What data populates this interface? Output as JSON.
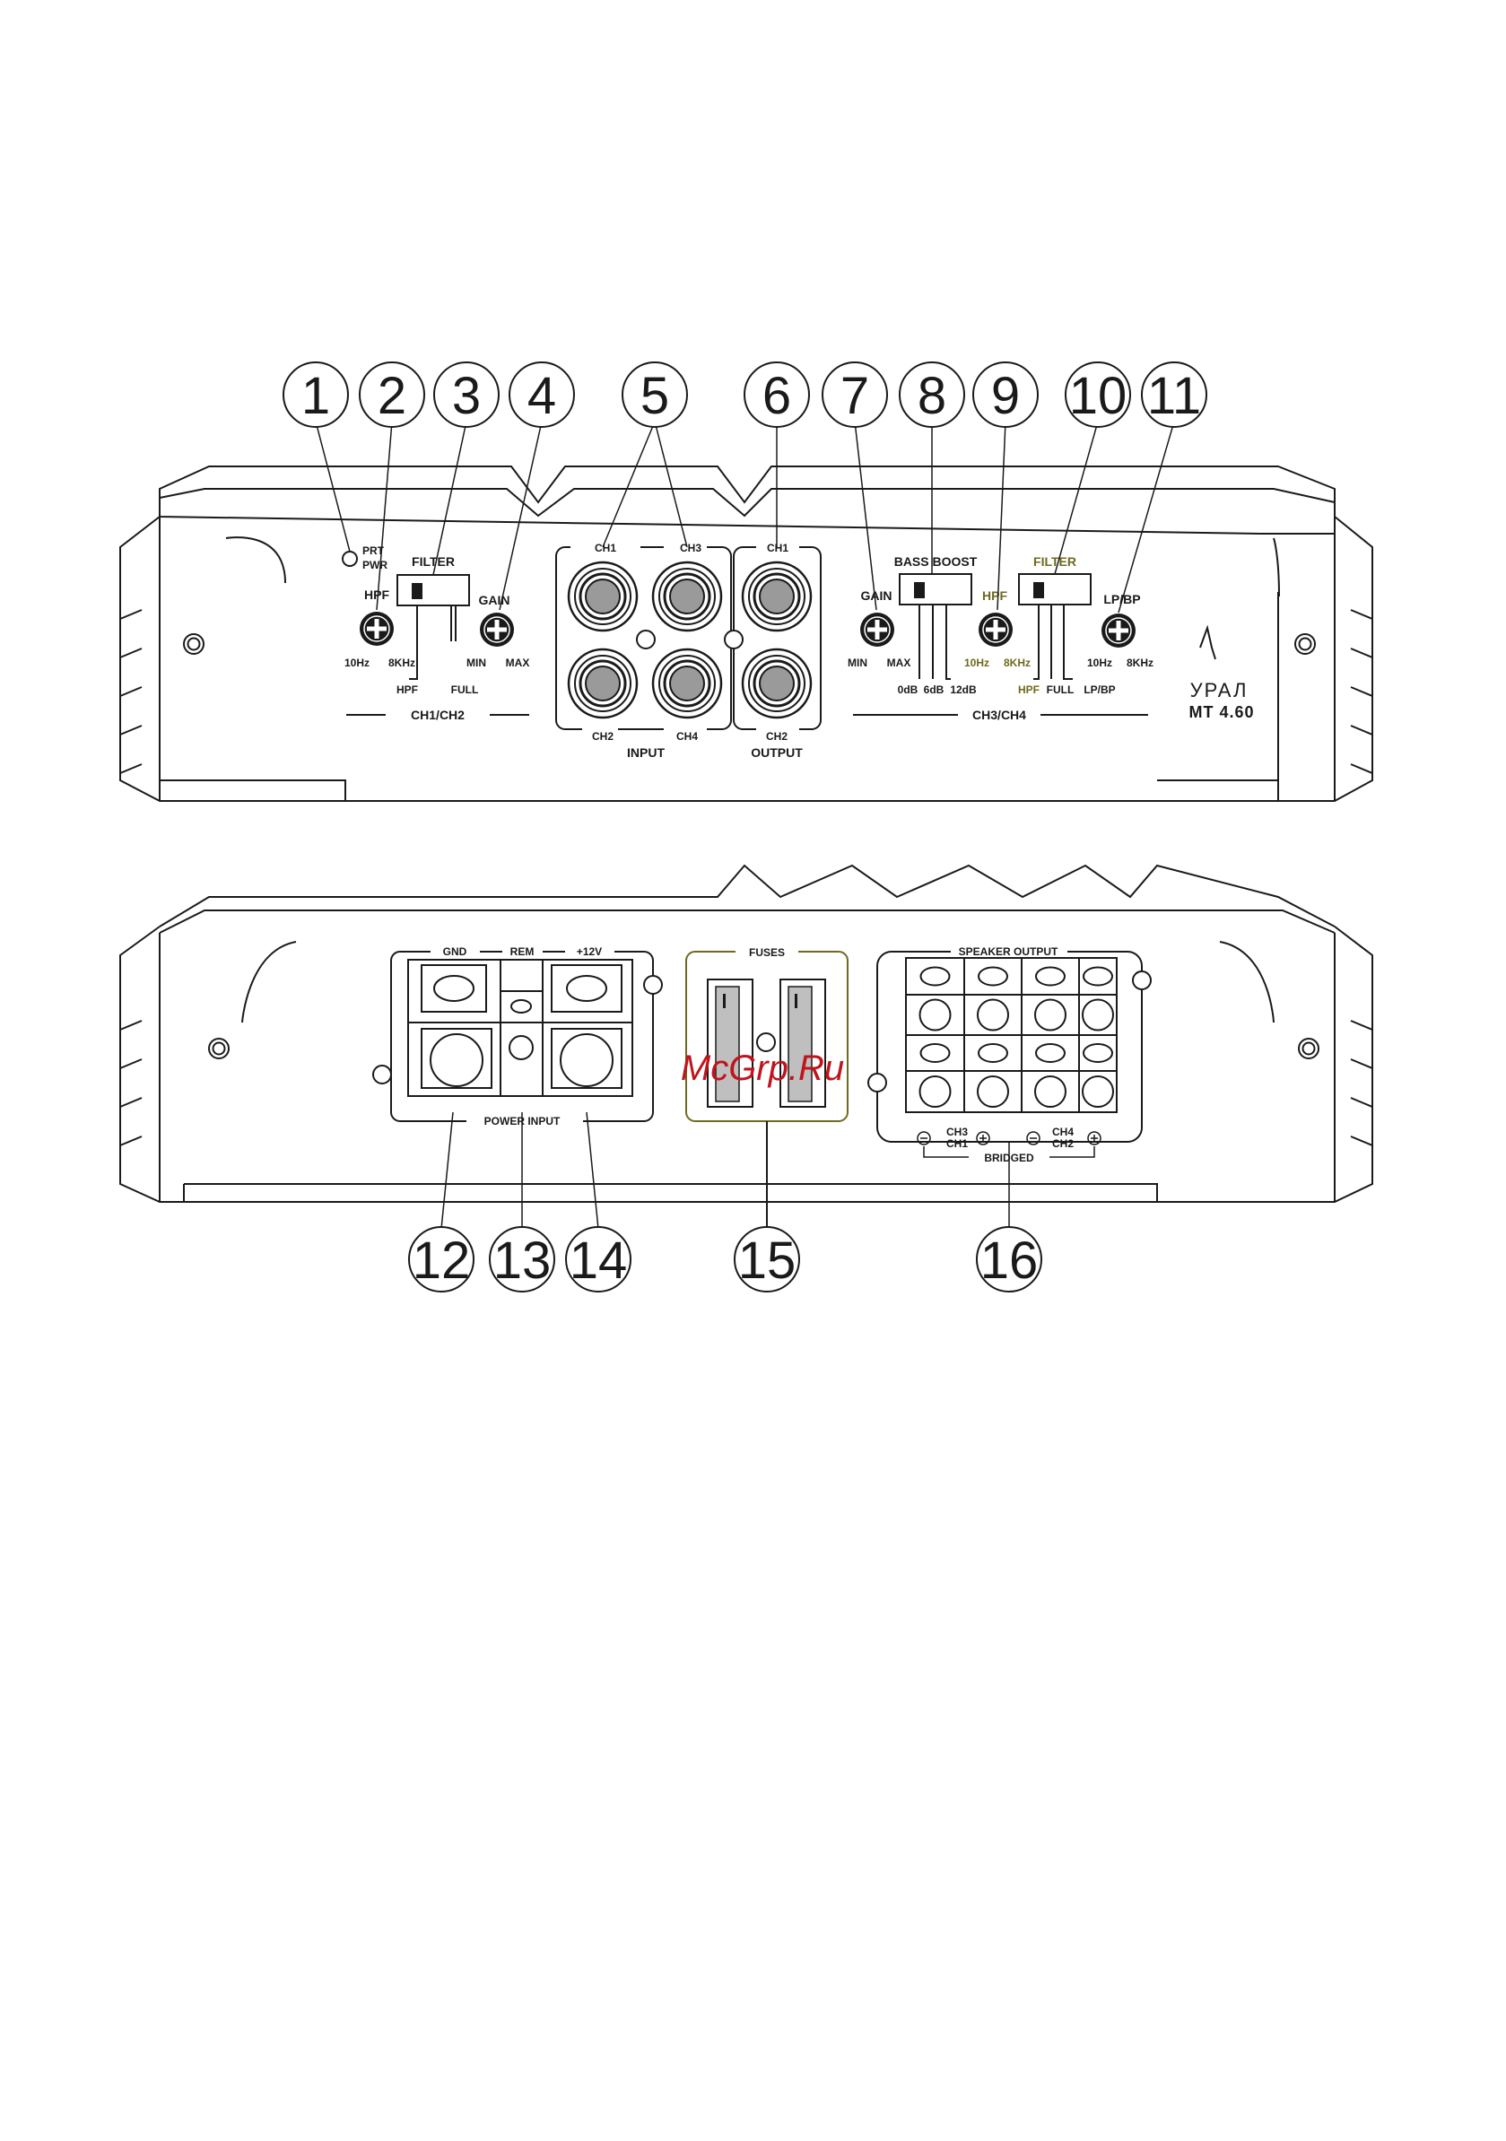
{
  "callouts": [
    "1",
    "2",
    "3",
    "4",
    "5",
    "6",
    "7",
    "8",
    "9",
    "10",
    "11",
    "12",
    "13",
    "14",
    "15",
    "16"
  ],
  "front_panel": {
    "prt_pwr": [
      "PRT",
      "PWR"
    ],
    "ch12": {
      "hpf": "HPF",
      "filter": "FILTER",
      "gain": "GAIN",
      "hz10": "10Hz",
      "khz8": "8KHz",
      "hpf_pos": "HPF",
      "full_pos": "FULL",
      "min": "MIN",
      "max": "MAX",
      "section": "CH1/CH2"
    },
    "input": {
      "ch1": "CH1",
      "ch3": "CH3",
      "ch2": "CH2",
      "ch4": "CH4",
      "label": "INPUT"
    },
    "output": {
      "ch1": "CH1",
      "ch2": "CH2",
      "label": "OUTPUT"
    },
    "ch34": {
      "gain": "GAIN",
      "bass_boost": "BASS BOOST",
      "hpf": "HPF",
      "filter": "FILTER",
      "lp_bp": "LP/BP",
      "min": "MIN",
      "max": "MAX",
      "db0": "0dB",
      "db6": "6dB",
      "db12": "12dB",
      "hz10": "10Hz",
      "khz8": "8KHz",
      "hz10b": "10Hz",
      "khz8b": "8KHz",
      "hpf_pos": "HPF",
      "full_pos": "FULL",
      "lpbp_pos": "LP/BP",
      "section": "CH3/CH4"
    },
    "brand": "УРАЛ",
    "model": "MT 4.60"
  },
  "rear_panel": {
    "power": {
      "gnd": "GND",
      "rem": "REM",
      "plus12": "+12V",
      "label": "POWER INPUT"
    },
    "fuses": {
      "label": "FUSES"
    },
    "speaker": {
      "label": "SPEAKER OUTPUT",
      "ch3": "CH3",
      "ch1": "CH1",
      "ch4": "CH4",
      "ch2": "CH2",
      "bridged": "BRIDGED"
    }
  },
  "watermark": "McGrp.Ru",
  "colors": {
    "line": "#1a1a1a",
    "accent": "#6e6a1e",
    "watermark": "#c0141c"
  }
}
